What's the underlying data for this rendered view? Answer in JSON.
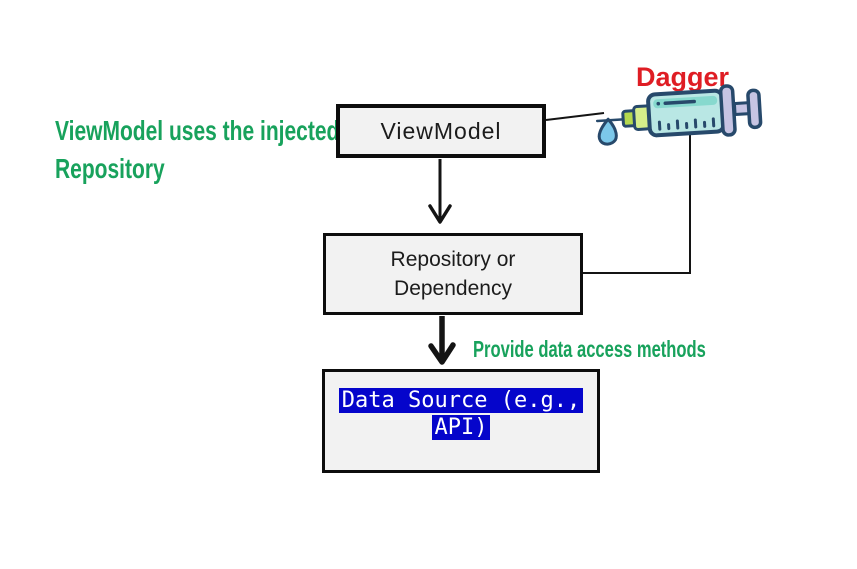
{
  "colors": {
    "green": "#18a25c",
    "red": "#df1d24",
    "box-bg": "#f2f2f2",
    "box-border": "#0d0d0d",
    "line": "#141414",
    "highlight-bg": "#0505cb",
    "highlight-text": "#ffffff",
    "text": "#1c1c1c",
    "syringe-outline": "#27496b",
    "syringe-barrel": "#b9e7e4",
    "syringe-band": "#87d9ce",
    "syringe-hub-dark": "#b5d94e",
    "syringe-hub-light": "#d6ee8a",
    "syringe-plunger": "#c6c4e3",
    "syringe-drop": "#7cc8ea"
  },
  "notes": {
    "left_note_line1": "ViewModel uses the injected",
    "left_note_line2": "Repository",
    "dagger_label": "Dagger",
    "provide_note": "Provide data access methods"
  },
  "nodes": {
    "viewmodel": {
      "label": "ViewModel"
    },
    "repository": {
      "line1": "Repository or",
      "line2": "Dependency"
    },
    "datasource": {
      "line1": "Data Source (e.g.,",
      "line2": "API)"
    }
  },
  "icons": {
    "syringe": "syringe-icon"
  }
}
